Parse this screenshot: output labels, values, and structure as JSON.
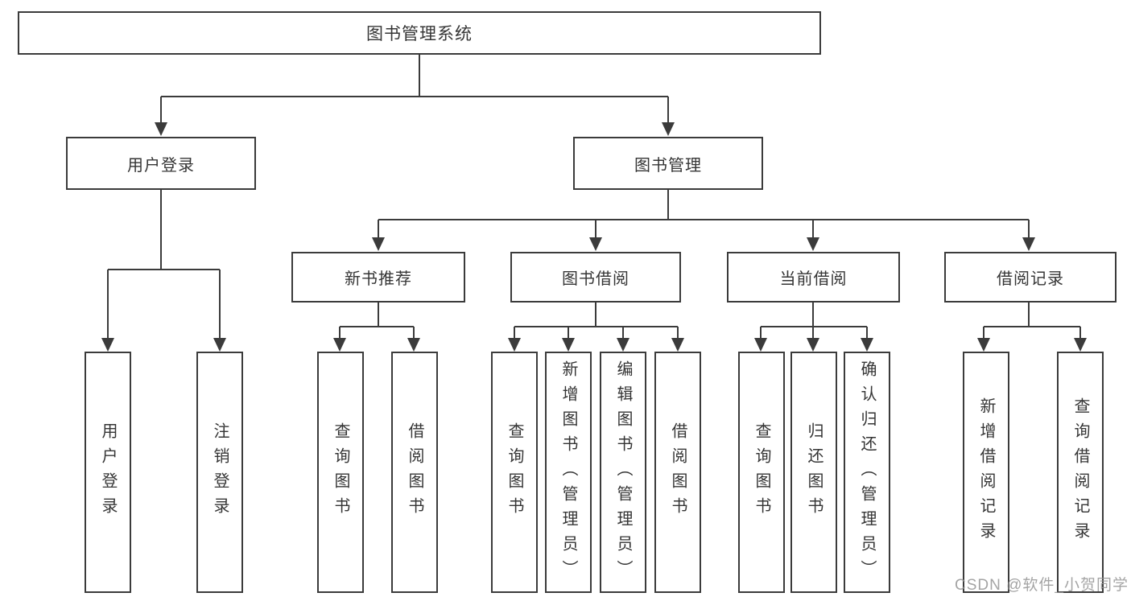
{
  "diagram": {
    "root": {
      "label": "图书管理系统"
    },
    "level2": [
      {
        "label": "用户登录",
        "parent": "图书管理系统"
      },
      {
        "label": "图书管理",
        "parent": "图书管理系统"
      }
    ],
    "level3": [
      {
        "label": "新书推荐",
        "parent": "图书管理"
      },
      {
        "label": "图书借阅",
        "parent": "图书管理"
      },
      {
        "label": "当前借阅",
        "parent": "图书管理"
      },
      {
        "label": "借阅记录",
        "parent": "图书管理"
      }
    ],
    "leaves": [
      {
        "label": "用户登录",
        "parent": "用户登录"
      },
      {
        "label": "注销登录",
        "parent": "用户登录"
      },
      {
        "label": "查询图书",
        "parent": "新书推荐"
      },
      {
        "label": "借阅图书",
        "parent": "新书推荐"
      },
      {
        "label": "查询图书",
        "parent": "图书借阅"
      },
      {
        "label": "新增图书（管理员）",
        "parent": "图书借阅"
      },
      {
        "label": "编辑图书（管理员）",
        "parent": "图书借阅"
      },
      {
        "label": "借阅图书",
        "parent": "图书借阅"
      },
      {
        "label": "查询图书",
        "parent": "当前借阅"
      },
      {
        "label": "归还图书",
        "parent": "当前借阅"
      },
      {
        "label": "确认归还（管理员）",
        "parent": "当前借阅"
      },
      {
        "label": "新增借阅记录",
        "parent": "借阅记录"
      },
      {
        "label": "查询借阅记录",
        "parent": "借阅记录"
      }
    ]
  },
  "watermark": {
    "text": "CSDN @软件_小贺同学"
  },
  "colors": {
    "line": "#3b3b3b",
    "text": "#353535",
    "background": "#ffffff",
    "watermark": "#949494"
  }
}
